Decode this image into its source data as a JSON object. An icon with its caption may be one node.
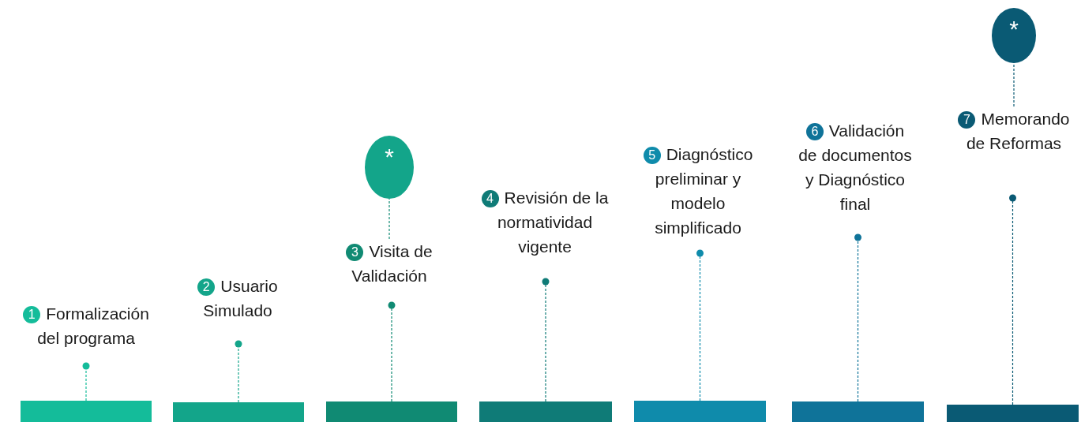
{
  "diagram": {
    "nodes": [
      {
        "text": [
          "1",
          "Formalización del programa"
        ]
      },
      {
        "text": [
          "2",
          "Usuario Simulado"
        ]
      },
      {
        "text": [
          "3",
          "Visita de Validación"
        ]
      },
      {
        "text": [
          "4",
          "Revisión de la normatividad vigente"
        ]
      },
      {
        "text": [
          "5",
          "Diagnóstico preliminar y modelo simplificado"
        ]
      },
      {
        "text": [
          "6",
          "Validación de documentos y Diagnóstico final"
        ]
      },
      {
        "text": [
          "7",
          "Memorando de Reformas"
        ]
      },
      {
        "text": [
          "*"
        ]
      },
      {
        "text": [
          "*"
        ]
      },
      {
        "text": [],
        "shape": "bar"
      },
      {
        "text": [],
        "shape": "bar"
      },
      {
        "text": [],
        "shape": "bar"
      },
      {
        "text": [],
        "shape": "bar"
      },
      {
        "text": [],
        "shape": "bar"
      },
      {
        "text": [],
        "shape": "bar"
      },
      {
        "text": [],
        "shape": "bar"
      }
    ],
    "edges": [
      {
        "from": 9,
        "to": 0,
        "arrow": "other",
        "style": "dashed"
      },
      {
        "from": 10,
        "to": 1,
        "arrow": "other",
        "style": "dashed"
      },
      {
        "from": 11,
        "to": 2,
        "arrow": "other",
        "style": "dashed"
      },
      {
        "from": 12,
        "to": 3,
        "arrow": "other",
        "style": "dashed"
      },
      {
        "from": 13,
        "to": 4,
        "arrow": "other",
        "style": "dashed"
      },
      {
        "from": 14,
        "to": 5,
        "arrow": "other",
        "style": "dashed"
      },
      {
        "from": 15,
        "to": 6,
        "arrow": "other",
        "style": "dashed"
      },
      {
        "from": 2,
        "to": 7,
        "arrow": "none",
        "style": "dashed"
      },
      {
        "from": 6,
        "to": 8,
        "arrow": "none",
        "style": "dashed"
      }
    ]
  }
}
